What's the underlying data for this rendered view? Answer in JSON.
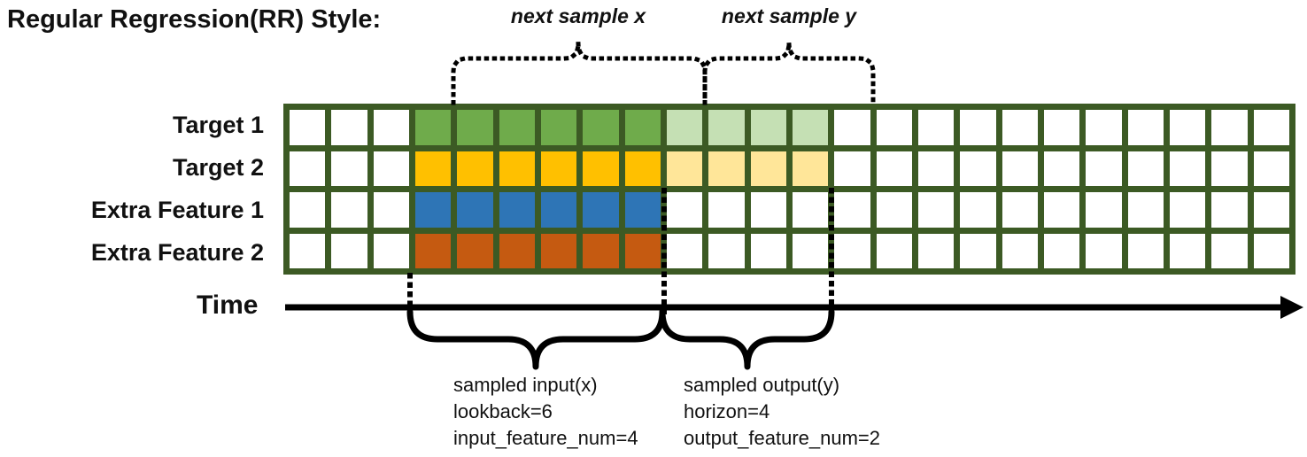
{
  "title": "Regular Regression(RR) Style:",
  "rows": [
    {
      "label": "Target 1",
      "input_color": "#6FAB4B",
      "output_color": "#C5E0B4",
      "has_output": true
    },
    {
      "label": "Target 2",
      "input_color": "#FFC000",
      "output_color": "#FFE699",
      "has_output": true
    },
    {
      "label": "Extra Feature 1",
      "input_color": "#2E75B6",
      "output_color": null,
      "has_output": false
    },
    {
      "label": "Extra Feature 2",
      "input_color": "#C55A11",
      "output_color": null,
      "has_output": false
    }
  ],
  "grid": {
    "columns": 24,
    "row_count": 4,
    "input_start_col": 3,
    "lookback": 6,
    "horizon": 4,
    "border_color": "#3C5A24",
    "empty_cell_color": "#FFFFFF"
  },
  "annotations": {
    "next_sample_x": "next sample x",
    "next_sample_y": "next sample y",
    "time_label": "Time",
    "input_block": {
      "line1": "sampled input(x)",
      "line2": "lookback=6",
      "line3": "input_feature_num=4"
    },
    "output_block": {
      "line1": "sampled output(y)",
      "line2": "horizon=4",
      "line3": "output_feature_num=2"
    }
  },
  "line_color": "#000000"
}
